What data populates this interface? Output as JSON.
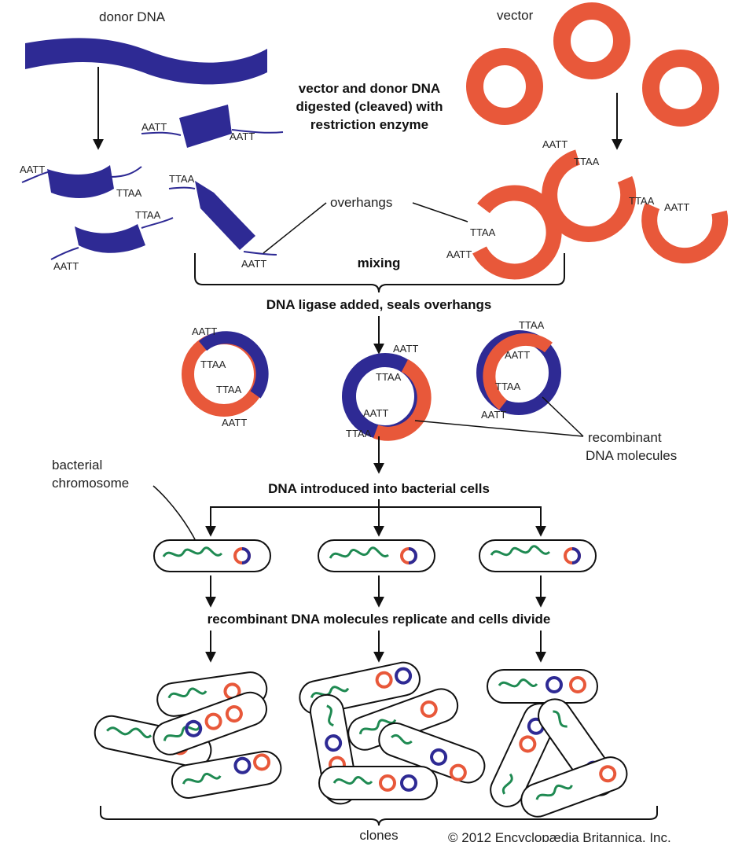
{
  "labels": {
    "donor": "donor DNA",
    "vector": "vector",
    "digest1": "vector and donor DNA",
    "digest2": "digested (cleaved) with",
    "digest3": "restriction enzyme",
    "overhangs": "overhangs",
    "mixing": "mixing",
    "ligase": "DNA ligase added, seals overhangs",
    "recomb1": "recombinant",
    "recomb2": "DNA molecules",
    "bact1": "bacterial",
    "bact2": "chromosome",
    "introduced": "DNA introduced into bacterial cells",
    "replicate": "recombinant DNA molecules replicate and cells divide",
    "clones": "clones",
    "copyright": "© 2012 Encyclopædia Britannica, Inc."
  },
  "sequences": {
    "aatt": "AATT",
    "ttaa": "TTAA"
  },
  "colors": {
    "donor": "#2e2a94",
    "vector": "#e8583a",
    "chromosome": "#1f8a52",
    "line": "#111111"
  }
}
